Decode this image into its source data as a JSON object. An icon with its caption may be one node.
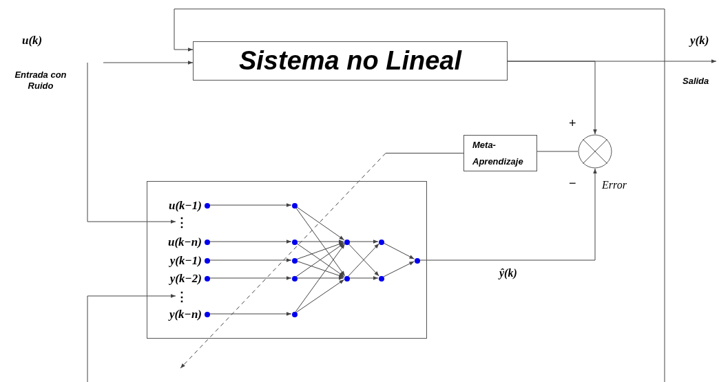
{
  "diagram": {
    "nodes": [
      {
        "text": [
          "Sistema no Lineal"
        ]
      },
      {
        "text": [
          "Meta-Aprendizaje"
        ]
      },
      {
        "text": [],
        "shape": "circle"
      },
      {
        "text": [],
        "shape": "box"
      },
      {
        "text": [],
        "shape": "circle",
        "in": 3,
        "beside": [
          "u(k−1)"
        ]
      },
      {
        "text": [
          "⋮"
        ],
        "in": 3
      },
      {
        "text": [],
        "shape": "circle",
        "in": 3,
        "beside": [
          "u(k−n)"
        ]
      },
      {
        "text": [],
        "shape": "circle",
        "in": 3,
        "beside": [
          "y(k−1)"
        ]
      },
      {
        "text": [],
        "shape": "circle",
        "in": 3,
        "beside": [
          "y(k−2)"
        ]
      },
      {
        "text": [
          "⋮"
        ],
        "in": 3
      },
      {
        "text": [],
        "shape": "circle",
        "in": 3,
        "beside": [
          "y(k−n)"
        ]
      },
      {
        "text": [],
        "shape": "circle",
        "in": 3
      },
      {
        "text": [],
        "shape": "circle",
        "in": 3
      },
      {
        "text": [],
        "shape": "circle",
        "in": 3
      },
      {
        "text": [],
        "shape": "circle",
        "in": 3
      },
      {
        "text": [],
        "shape": "circle",
        "in": 3
      },
      {
        "text": [],
        "shape": "circle",
        "in": 3
      },
      {
        "text": [],
        "shape": "circle",
        "in": 3
      },
      {
        "text": [],
        "shape": "circle",
        "in": 3
      },
      {
        "text": [],
        "shape": "circle",
        "in": 3
      },
      {
        "text": [],
        "shape": "circle",
        "in": 3
      }
    ],
    "edges": [
      {
        "from": null,
        "to": 0,
        "arrow": "to"
      },
      {
        "from": null,
        "to": 5,
        "arrow": "to"
      },
      {
        "from": null,
        "to": 0,
        "arrow": "to"
      },
      {
        "from": null,
        "to": 9,
        "arrow": "to"
      },
      {
        "from": 0,
        "to": null,
        "arrow": "to"
      },
      {
        "from": 0,
        "to": 2,
        "arrow": "to"
      },
      {
        "from": 20,
        "to": 2,
        "arrow": "to",
        "label": "ŷ(k)"
      },
      {
        "from": 2,
        "to": 1,
        "arrow": "none"
      },
      {
        "from": 1,
        "to": null,
        "arrow": "to",
        "style": "dashed"
      },
      {
        "from": 4,
        "to": 11,
        "arrow": "to"
      },
      {
        "from": 6,
        "to": 12,
        "arrow": "to"
      },
      {
        "from": 7,
        "to": 13,
        "arrow": "to"
      },
      {
        "from": 8,
        "to": 14,
        "arrow": "to"
      },
      {
        "from": 10,
        "to": 15,
        "arrow": "to"
      },
      {
        "from": 11,
        "to": 16,
        "arrow": "to"
      },
      {
        "from": 11,
        "to": 17,
        "arrow": "to"
      },
      {
        "from": 12,
        "to": 16,
        "arrow": "to"
      },
      {
        "from": 12,
        "to": 17,
        "arrow": "to"
      },
      {
        "from": 13,
        "to": 16,
        "arrow": "to"
      },
      {
        "from": 13,
        "to": 17,
        "arrow": "to"
      },
      {
        "from": 14,
        "to": 16,
        "arrow": "to"
      },
      {
        "from": 14,
        "to": 17,
        "arrow": "to"
      },
      {
        "from": 15,
        "to": 16,
        "arrow": "to"
      },
      {
        "from": 15,
        "to": 17,
        "arrow": "to"
      },
      {
        "from": 16,
        "to": 18,
        "arrow": "to"
      },
      {
        "from": 16,
        "to": 19,
        "arrow": "to"
      },
      {
        "from": 17,
        "to": 18,
        "arrow": "to"
      },
      {
        "from": 17,
        "to": 19,
        "arrow": "to"
      },
      {
        "from": 18,
        "to": 20,
        "arrow": "to"
      },
      {
        "from": 19,
        "to": 20,
        "arrow": "to"
      }
    ],
    "labels": [
      "u(k)",
      "Entrada con Ruido",
      "y(k)",
      "Salida",
      "+",
      "−",
      "Error"
    ]
  }
}
